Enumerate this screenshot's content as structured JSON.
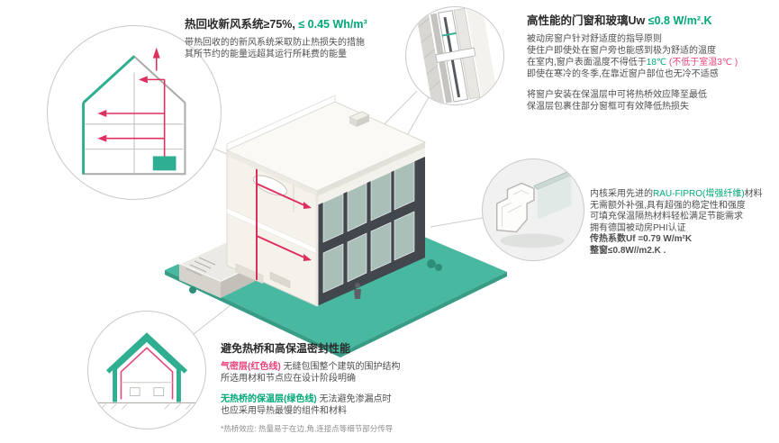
{
  "colors": {
    "accent_teal": "#48b8a0",
    "green_text": "#00a878",
    "pink_text": "#e8437a",
    "duct_red": "#df2f5e"
  },
  "illustrations": {
    "center": "isometric-passive-house-cutaway-on-teal-base",
    "heat_recovery_circle": "house-section-with-ventilation-ducts-and-red-arrows",
    "window_detail_circle": "window-corner-construction-detail",
    "window_profile_circle": "window-frame-profile-3d-render",
    "thermal_circle": "house-section-with-teal-insulation-and-pink-airtight-layer"
  },
  "sections": {
    "heat_recovery": {
      "title_dark": "热回收新风系统≥75%,",
      "title_green": " ≤ 0.45 Wh/m³",
      "line1": "带热回收的的新风系统采取防止热损失的措施",
      "line2": "其所节约的能量远超其运行所耗费的能量"
    },
    "windows": {
      "title_dark": "高性能的门窗和玻璃Uw ",
      "title_green": "≤0.8 W/m².K",
      "line1": "被动房窗户针对舒适度的指导原则",
      "line2": "使住户即使处在窗户旁也能感到极为舒适的温度",
      "line3_dark": "在室内,窗户表面温度不得低于",
      "line3_green": "18℃",
      "line3_pink": " (不低于室温3℃ )",
      "line4": "即使在寒冷的冬季,在靠近窗户部位也无冷不适感",
      "line5": "将窗户安装在保温层中可将热桥效应降至最低",
      "line6": "保温层包裹住部分窗框可有效降低热损失"
    },
    "profile": {
      "line1_dark_a": "内核采用先进的",
      "line1_green": "RAU-FIPRO(增强纤维)",
      "line1_dark_b": "材料",
      "line2": "无需额外补强,具有超强的稳定性和强度",
      "line3": "可填充保温隔热材料轻松满足节能需求",
      "line4": "拥有德国被动房PHI认证",
      "line5": "传热系数Uf =0.79 W/m²K",
      "line6": "整窗≤0.8W//m2.K ."
    },
    "thermal": {
      "title": "避免热桥和高保温密封性能",
      "line1_pink": "气密层(红色线)",
      "line1_dark": " 无缝包围整个建筑的围护结构",
      "line2": "所选用材和节点应在设计阶段明确",
      "line3_green": "无热桥的保温层(绿色线)",
      "line3_dark": " 无法避免渗漏点时",
      "line4": "也应采用导热最慢的组件和材料",
      "footnote": "*热桥效应: 热量易于在边,角,连接点等细节部分传导"
    }
  }
}
